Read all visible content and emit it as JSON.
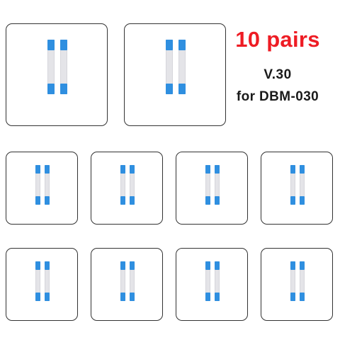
{
  "product": {
    "quantity_label": "10 pairs",
    "version_label": "V.30",
    "compatibility_label": "for DBM-030",
    "colors": {
      "quantity_text": "#ee1c24",
      "body_text": "#1a1a1a",
      "cable_tab": "#2f8fe0",
      "cable_body": "#e4e4e8",
      "tile_border": "#333333"
    },
    "image_tiles": [
      {
        "label": "ribbon-cable-pair"
      },
      {
        "label": "ribbon-cable-pair"
      },
      {
        "label": "ribbon-cable-pair"
      },
      {
        "label": "ribbon-cable-pair"
      },
      {
        "label": "ribbon-cable-pair"
      },
      {
        "label": "ribbon-cable-pair"
      },
      {
        "label": "ribbon-cable-pair"
      },
      {
        "label": "ribbon-cable-pair"
      },
      {
        "label": "ribbon-cable-pair"
      },
      {
        "label": "ribbon-cable-pair"
      }
    ]
  }
}
